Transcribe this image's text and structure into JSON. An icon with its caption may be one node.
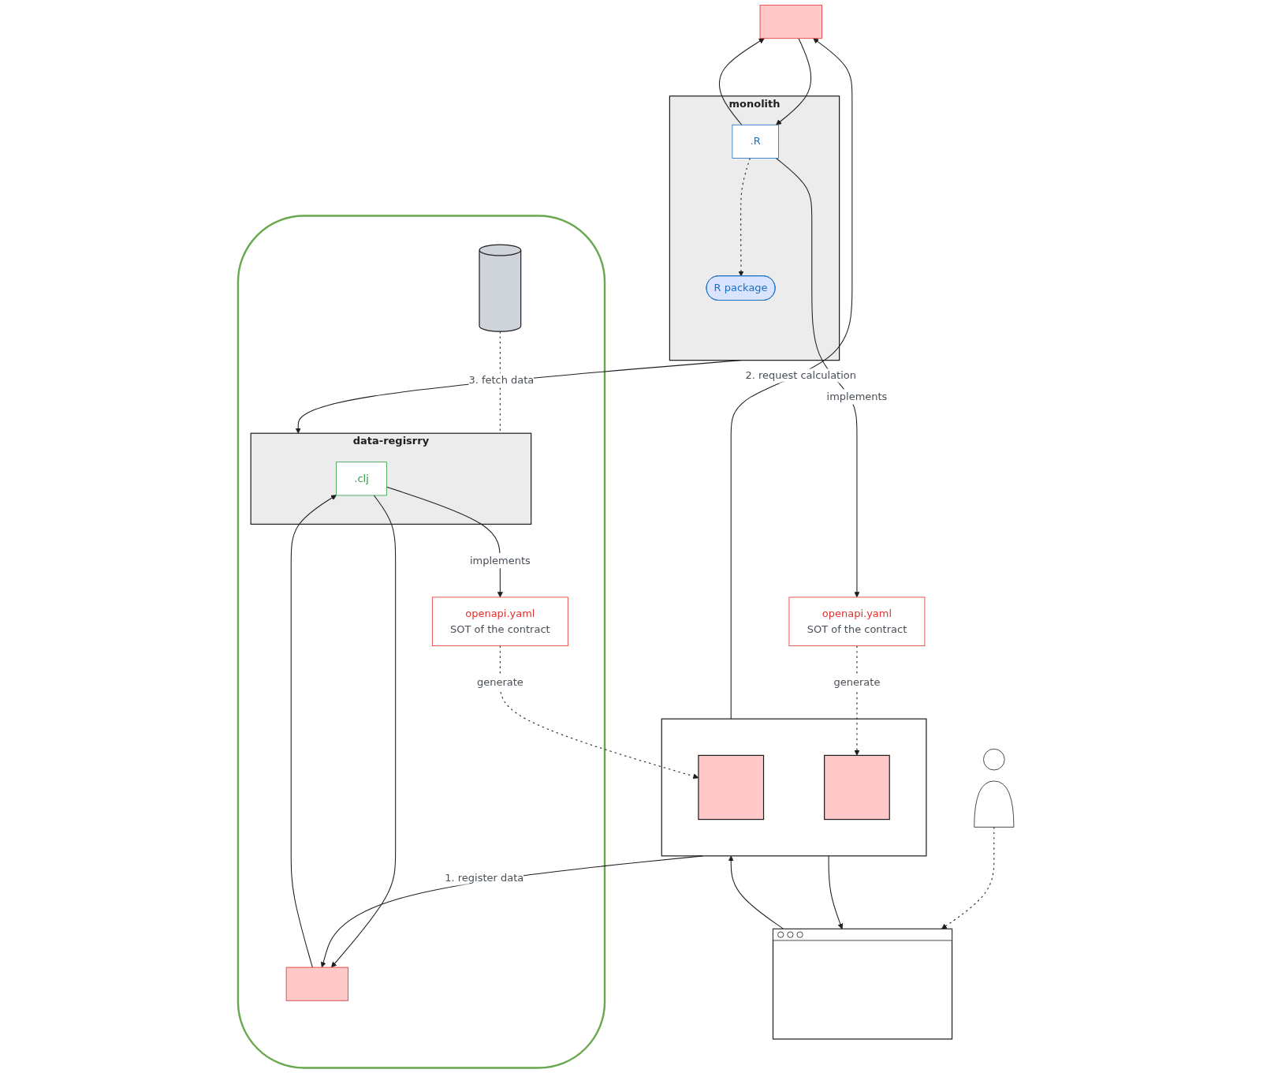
{
  "diagram": {
    "nodes": [
      {
        "text": [],
        "shape": "blob"
      },
      {
        "text": [
          "data-regisrry"
        ],
        "in": 0
      },
      {
        "text": [
          ".clj"
        ],
        "in": 1
      },
      {
        "text": [],
        "shape": "bar",
        "in": 0
      },
      {
        "text": [],
        "shape": "cylinder",
        "in": 0
      },
      {
        "text": [
          "openapi.yaml",
          "SOT of the contract"
        ],
        "in": 0
      },
      {
        "text": [
          "monolith"
        ]
      },
      {
        "text": [
          "R package"
        ],
        "in": 6
      },
      {
        "text": [
          ".R"
        ],
        "in": 6
      },
      {
        "text": [],
        "shape": "bar"
      },
      {
        "text": [
          "openapi.yaml",
          "SOT of the contract"
        ]
      },
      {
        "text": [],
        "shape": "box"
      },
      {
        "text": [],
        "shape": "box",
        "in": 11
      },
      {
        "text": [],
        "shape": "box",
        "in": 11
      },
      {
        "text": [],
        "shape": "window"
      },
      {
        "text": [],
        "shape": "person"
      }
    ],
    "edges": [
      {
        "from": 2,
        "to": 5,
        "arrow": "to",
        "label": "implements"
      },
      {
        "from": 4,
        "to": 1,
        "arrow": "none",
        "style": "dashed"
      },
      {
        "from": 2,
        "to": 3,
        "arrow": "to"
      },
      {
        "from": 3,
        "to": 2,
        "arrow": "to"
      },
      {
        "from": 6,
        "to": 1,
        "arrow": "to",
        "label": "3. fetch data"
      },
      {
        "from": 8,
        "to": 7,
        "arrow": "to",
        "style": "dashed"
      },
      {
        "from": 8,
        "to": 9,
        "arrow": "to"
      },
      {
        "from": 9,
        "to": 8,
        "arrow": "to"
      },
      {
        "from": 8,
        "to": 10,
        "arrow": "to",
        "label": "implements"
      },
      {
        "from": 11,
        "to": 3,
        "arrow": "to",
        "label": "1. register data"
      },
      {
        "from": 11,
        "to": 9,
        "arrow": "to",
        "label": "2. request calculation"
      },
      {
        "from": 5,
        "to": 12,
        "arrow": "to",
        "label": "generate",
        "style": "dashed"
      },
      {
        "from": 10,
        "to": 13,
        "arrow": "to",
        "label": "generate",
        "style": "dashed"
      },
      {
        "from": 11,
        "to": 14,
        "arrow": "to"
      },
      {
        "from": 14,
        "to": 11,
        "arrow": "to"
      },
      {
        "from": 15,
        "to": 14,
        "arrow": "to",
        "style": "dashed"
      }
    ]
  }
}
